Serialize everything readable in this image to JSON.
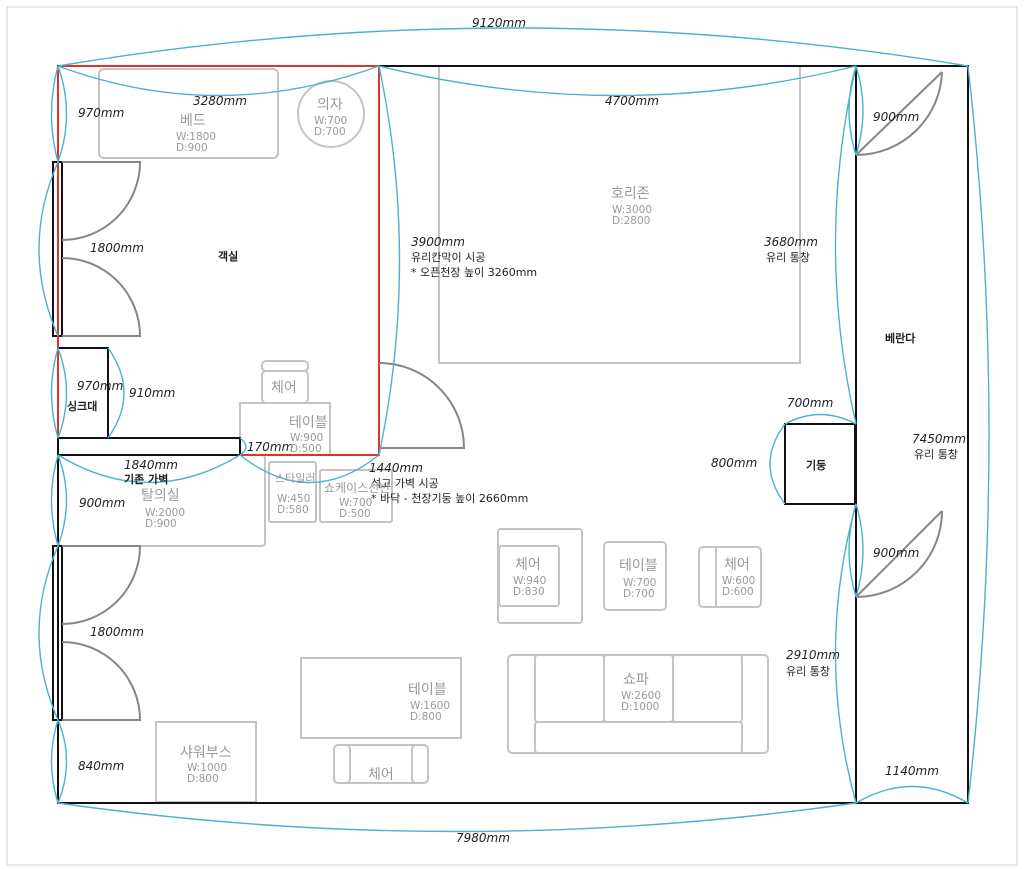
{
  "dimensions": {
    "top_total": "9120mm",
    "bottom_total": "7980mm",
    "bedroom_width": "3280mm",
    "living_width": "4700mm",
    "left_top": "970mm",
    "left_door1": "1800mm",
    "sink_left": "970mm",
    "sink_right": "910mm",
    "partition_len": "1840mm",
    "partition_gap": "170mm",
    "dressing_left": "900mm",
    "left_door2": "1800mm",
    "left_bottom": "840mm",
    "glass_wall": "3900mm",
    "window_top": "3680mm",
    "plaster_wall": "1440mm",
    "veranda_top": "900mm",
    "pillar_top": "700mm",
    "pillar_left": "800mm",
    "veranda_mid": "900mm",
    "window_bottom": "2910mm",
    "veranda_right": "7450mm",
    "veranda_bottom": "1140mm"
  },
  "rooms": {
    "bedroom": "객실",
    "sink": "싱크대",
    "existing_wall": "기존 가벽",
    "dressing": "탈의실",
    "veranda": "베란다",
    "pillar": "기둥"
  },
  "notes": {
    "glass_wall_1": "유리칸막이 시공",
    "glass_wall_2": "* 오픈천장 높이 3260mm",
    "window_top": "유리 통창",
    "plaster_1": "석고 가벽 시공",
    "plaster_2": "* 바닥 - 천장기둥 높이 2660mm",
    "window_bottom": "유리 통창",
    "window_right": "유리 통창"
  },
  "furniture": {
    "bed": {
      "name": "베드",
      "w": "W:1800",
      "d": "D:900"
    },
    "chair_round": {
      "name": "의자",
      "w": "W:700",
      "d": "D:700"
    },
    "horizon": {
      "name": "호리존",
      "w": "W:3000",
      "d": "D:2800"
    },
    "chair_small": {
      "name": "체어"
    },
    "table_room": {
      "name": "테이블",
      "w": "W:900",
      "d": "D:500"
    },
    "dressing": {
      "w": "W:2000",
      "d": "D:900"
    },
    "styler": {
      "name": "스타일러",
      "w": "W:450",
      "d": "D:580"
    },
    "showcase": {
      "name": "쇼케이스선반",
      "w": "W:700",
      "d": "D:500"
    },
    "chair_big": {
      "name": "체어",
      "w": "W:940",
      "d": "D:830"
    },
    "table_mid": {
      "name": "테이블",
      "w": "W:700",
      "d": "D:700"
    },
    "chair_right": {
      "name": "체어",
      "w": "W:600",
      "d": "D:600"
    },
    "table_large": {
      "name": "테이블",
      "w": "W:1600",
      "d": "D:800"
    },
    "chair_bottom": {
      "name": "체어"
    },
    "sofa": {
      "name": "쇼파",
      "w": "W:2600",
      "d": "D:1000"
    },
    "shower": {
      "name": "샤워부스",
      "w": "W:1000",
      "d": "D:800"
    }
  },
  "colors": {
    "dimension": "#4ab3cc",
    "room_outline": "#e0332b",
    "wall": "#111111",
    "furniture": "#c4c4c4"
  }
}
